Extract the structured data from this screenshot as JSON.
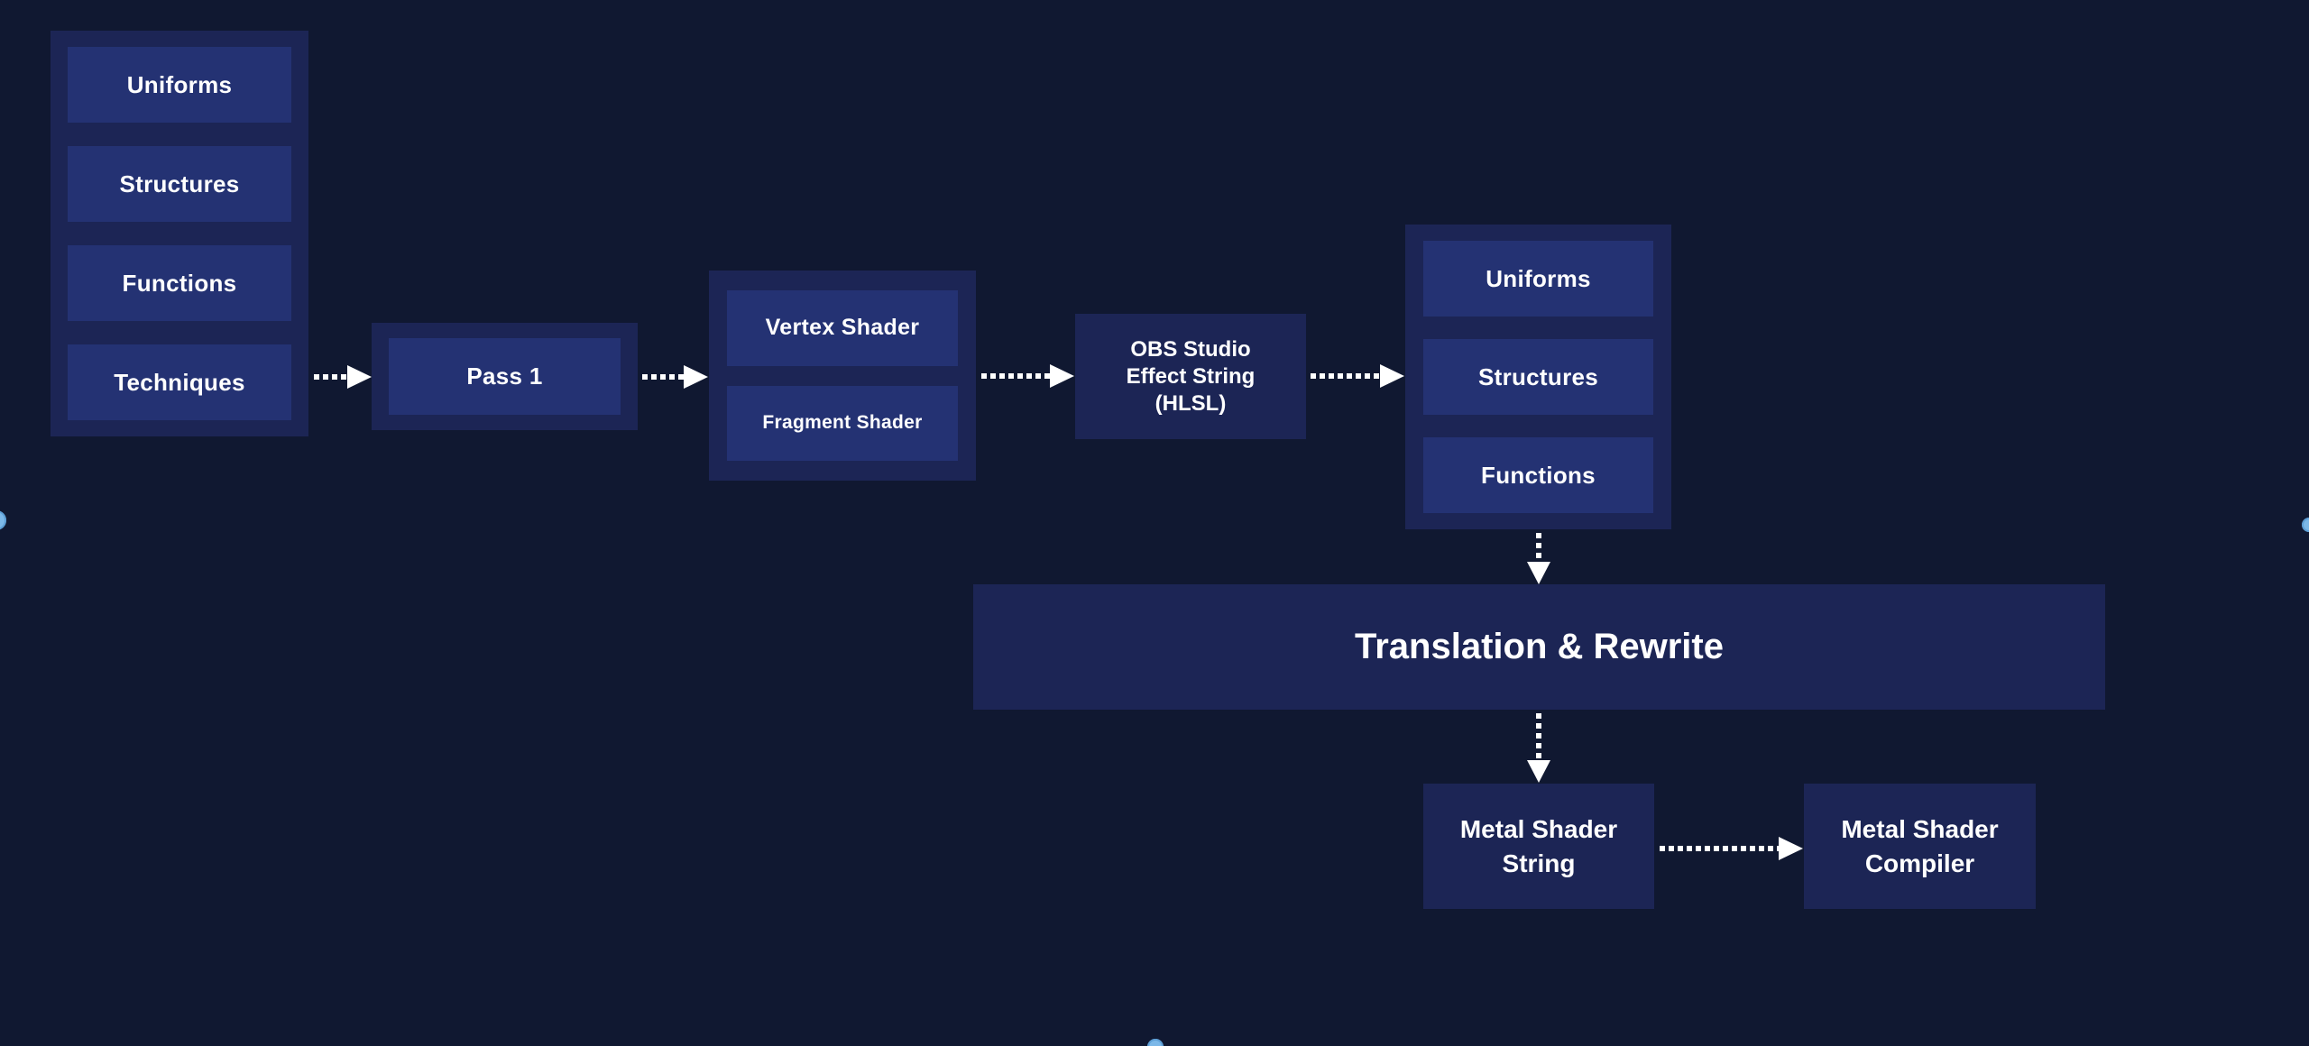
{
  "palette": {
    "background": "#101831",
    "group_container": "#1c2555",
    "inner_box": "#243273",
    "text": "#ffffff",
    "arrow": "#ffffff",
    "edge_handle": "#7cb8e8"
  },
  "nodes": {
    "effect_source": {
      "items": [
        "Uniforms",
        "Structures",
        "Functions",
        "Techniques"
      ]
    },
    "pass1": {
      "label": "Pass 1"
    },
    "shaders": {
      "vertex": "Vertex Shader",
      "fragment": "Fragment Shader"
    },
    "obs_effect": {
      "line1": "OBS Studio",
      "line2": "Effect String",
      "line3": "(HLSL)"
    },
    "parsed": {
      "items": [
        "Uniforms",
        "Structures",
        "Functions"
      ]
    },
    "translation": {
      "label": "Translation & Rewrite"
    },
    "metal_string": {
      "line1": "Metal Shader",
      "line2": "String"
    },
    "metal_compiler": {
      "line1": "Metal Shader",
      "line2": "Compiler"
    }
  },
  "edges": [
    {
      "from": "Techniques",
      "to": "Pass 1",
      "style": "dotted-arrow-right"
    },
    {
      "from": "Pass 1",
      "to": "Vertex/Fragment Shader group",
      "style": "dotted-arrow-right"
    },
    {
      "from": "Vertex/Fragment Shader group",
      "to": "OBS Studio Effect String (HLSL)",
      "style": "dotted-arrow-right"
    },
    {
      "from": "OBS Studio Effect String (HLSL)",
      "to": "Parsed Uniforms/Structures/Functions group",
      "style": "dotted-arrow-right"
    },
    {
      "from": "Parsed group",
      "to": "Translation & Rewrite",
      "style": "dotted-arrow-down"
    },
    {
      "from": "Translation & Rewrite",
      "to": "Metal Shader String",
      "style": "dotted-arrow-down"
    },
    {
      "from": "Metal Shader String",
      "to": "Metal Shader Compiler",
      "style": "dotted-arrow-right"
    }
  ],
  "handles": {
    "left": "edge-handle",
    "right": "edge-handle",
    "bottom": "edge-handle"
  }
}
